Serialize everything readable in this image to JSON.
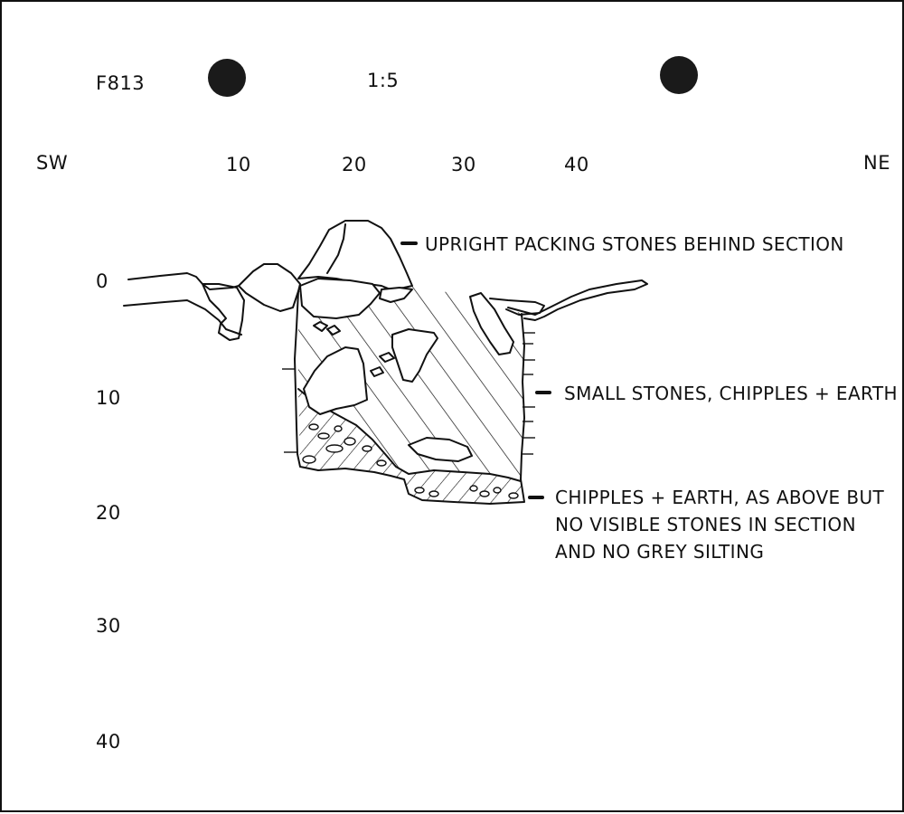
{
  "header": {
    "feature_id": "F813",
    "scale": "1:5"
  },
  "orientation": {
    "left": "SW",
    "right": "NE"
  },
  "horizontal_scale": [
    "10",
    "20",
    "30",
    "40"
  ],
  "vertical_scale": [
    "0",
    "10",
    "20",
    "30",
    "40"
  ],
  "annotations": {
    "packing_stones": "UPRIGHT PACKING STONES BEHIND SECTION",
    "upper_fill": "SMALL STONES, CHIPPLES + EARTH",
    "lower_fill_line1": "CHIPPLES + EARTH, AS ABOVE BUT",
    "lower_fill_line2": "NO VISIBLE STONES IN SECTION",
    "lower_fill_line3": "AND NO GREY SILTING"
  }
}
